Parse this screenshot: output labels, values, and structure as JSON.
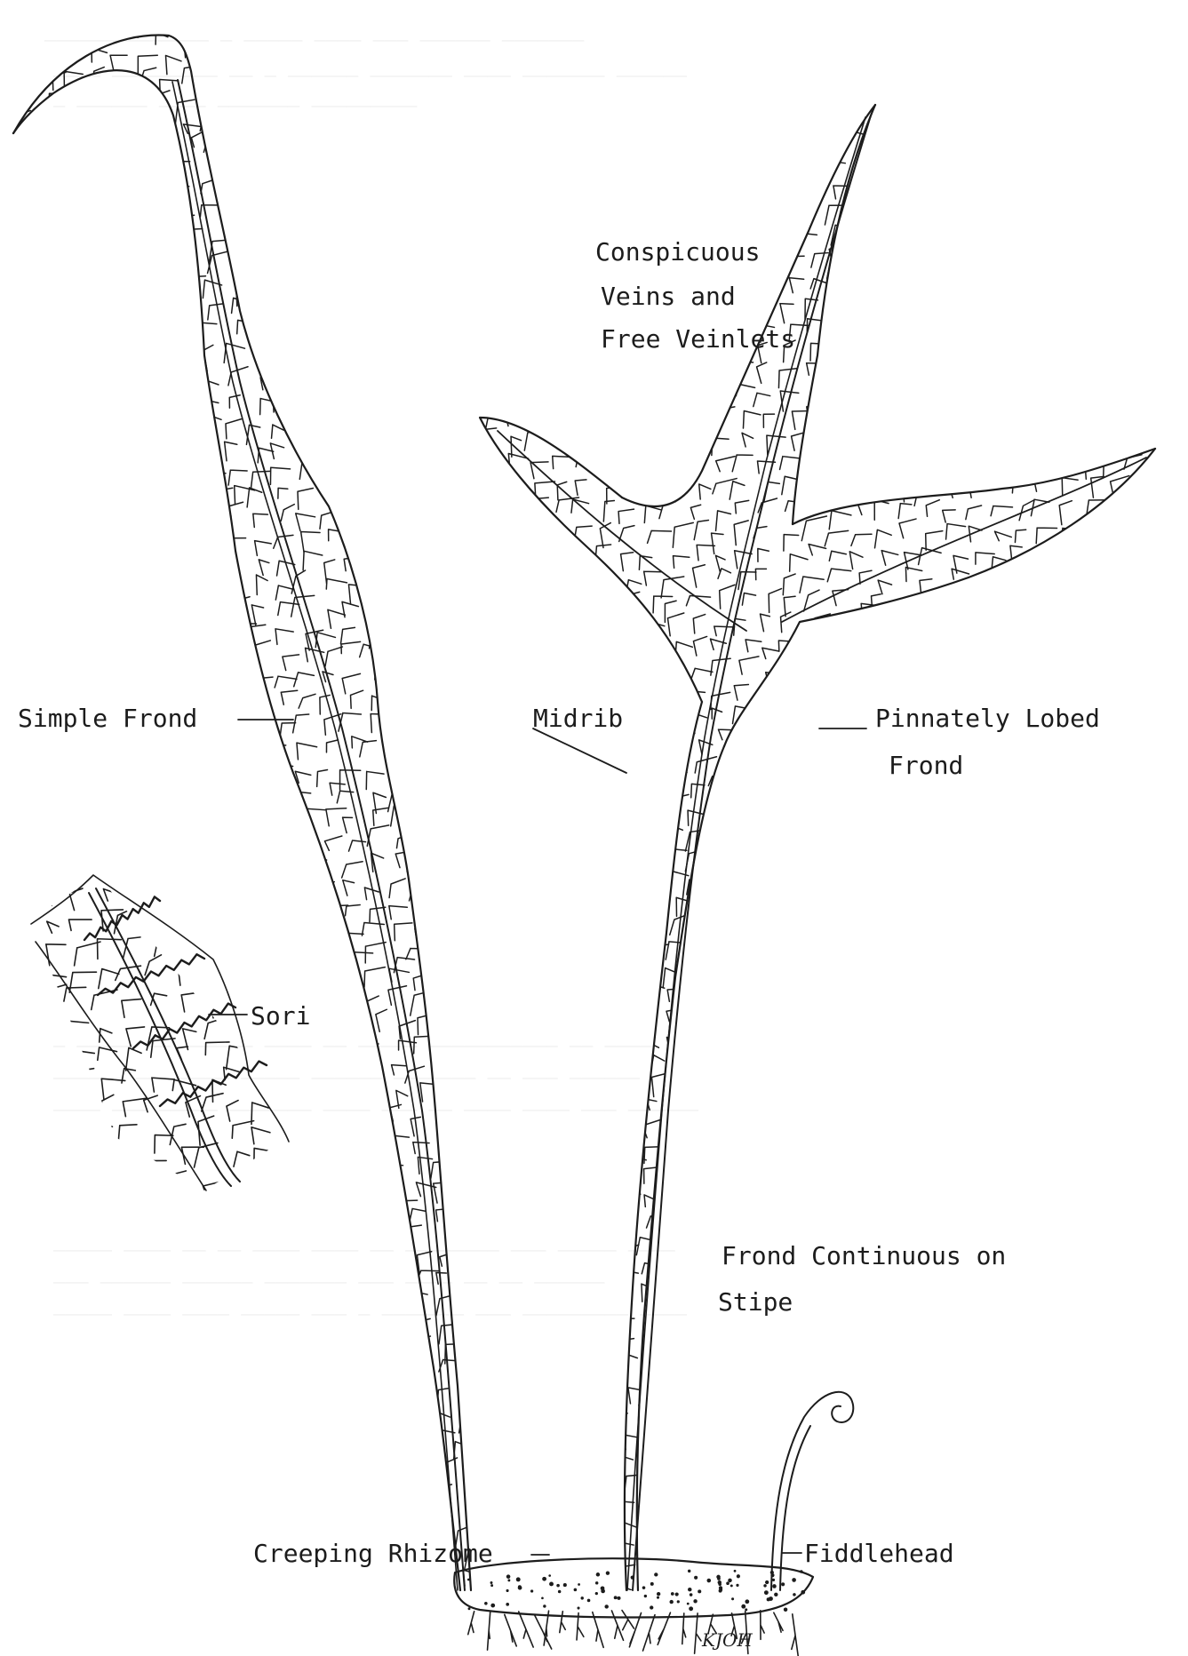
{
  "labels": {
    "conspicuous_1": "Conspicuous",
    "conspicuous_2": "Veins and",
    "conspicuous_3": "Free Veinlets",
    "simple_frond": "Simple Frond",
    "midrib": "Midrib",
    "pinnately_1": "Pinnately Lobed",
    "pinnately_2": "Frond",
    "sori": "Sori",
    "continuous_1": "Frond Continuous on",
    "continuous_2": "Stipe",
    "rhizome": "Creeping Rhizome",
    "fiddlehead": "Fiddlehead",
    "signature": "KJOH"
  },
  "colors": {
    "ink": "#1c1c1c",
    "paper": "#ffffff",
    "bleed_text": "#ececec"
  }
}
